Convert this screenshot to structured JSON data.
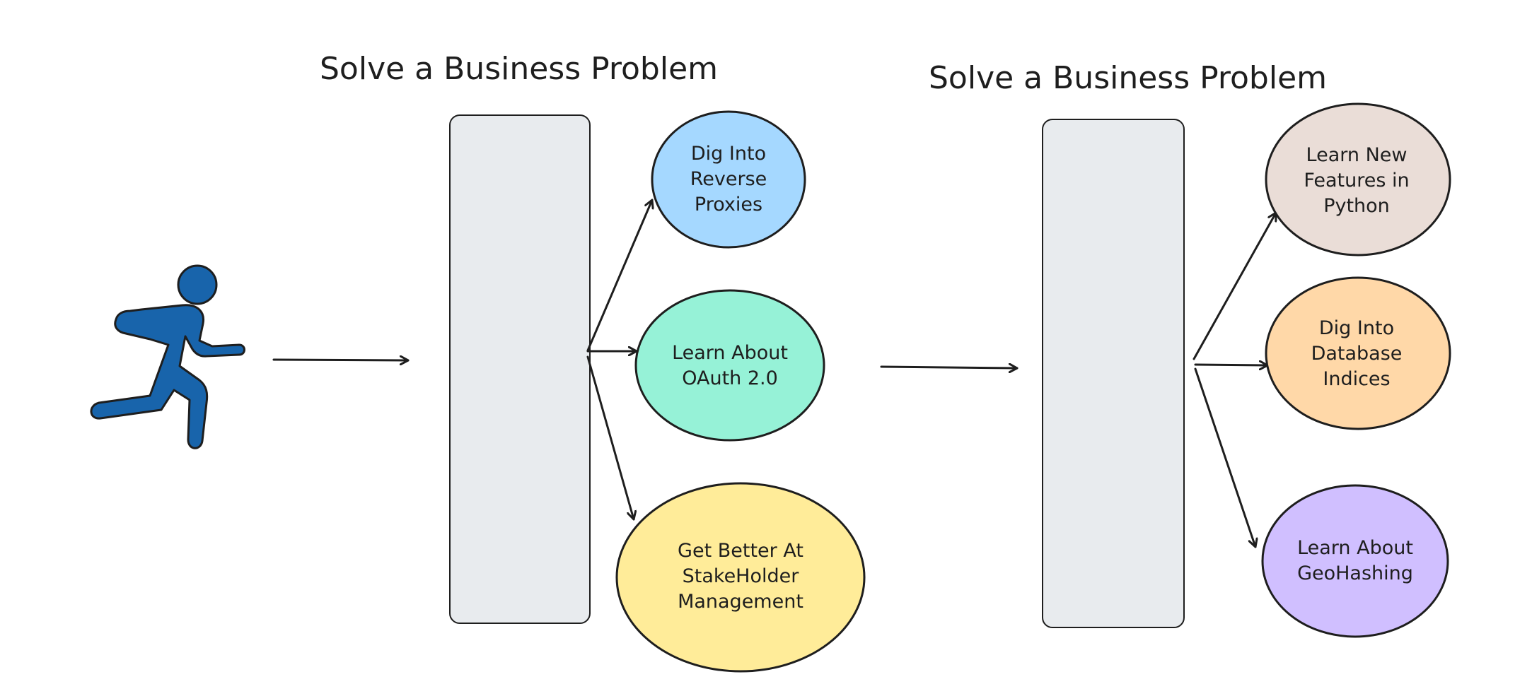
{
  "groups": [
    {
      "title": "Solve a Business Problem",
      "bubbles": [
        {
          "lines": [
            "Dig Into",
            "Reverse",
            "Proxies"
          ],
          "color": "#a5d8ff"
        },
        {
          "lines": [
            "Learn About",
            "OAuth 2.0"
          ],
          "color": "#96f2d7"
        },
        {
          "lines": [
            "Get Better At",
            "StakeHolder",
            "Management"
          ],
          "color": "#ffec99"
        }
      ]
    },
    {
      "title": "Solve a Business Problem",
      "bubbles": [
        {
          "lines": [
            "Learn New",
            "Features in",
            "Python"
          ],
          "color": "#eaddd7"
        },
        {
          "lines": [
            "Dig Into",
            "Database",
            "Indices"
          ],
          "color": "#ffd8a8"
        },
        {
          "lines": [
            "Learn About",
            "GeoHashing"
          ],
          "color": "#d0bfff"
        }
      ]
    }
  ],
  "icons": {
    "runner": "runner-icon",
    "runner_color": "#1864ab"
  }
}
